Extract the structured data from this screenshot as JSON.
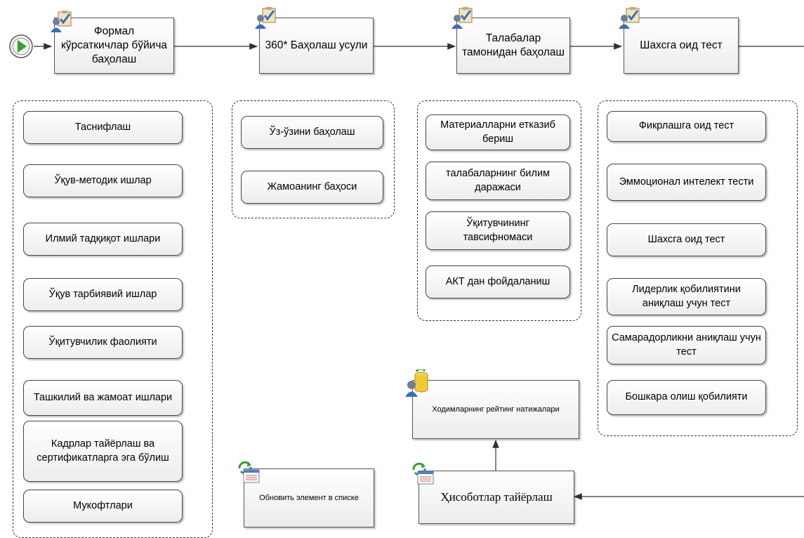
{
  "stages": [
    {
      "label": "Формал кўрсаткичлар бўйича баҳолаш"
    },
    {
      "label": "360* Баҳолаш усули"
    },
    {
      "label": "Талабалар тамонидан баҳолаш"
    },
    {
      "label": "Шахсга оид тест"
    }
  ],
  "group1": [
    "Таснифлаш",
    "Ўқув-методик ишлар",
    "Илмий тадқиқот ишлари",
    "Ўқув тарбиявий ишлар",
    "Ўқитувчилик фаолияти",
    "Ташкилий ва жамоат ишлари",
    "Кадрлар тайёрлаш ва сертификатларга эга бўлиш",
    "Мукофтлари"
  ],
  "group2": [
    "Ўз-ўзини баҳолаш",
    "Жамоанинг баҳоси"
  ],
  "group3": [
    "Материалларни етказиб бериш",
    "талабаларнинг билим даражаси",
    "Ўқитувчининг тавсифномаси",
    "АКТ дан фойдаланиш"
  ],
  "group4": [
    "Фикрлашга оид  тест",
    "Эммоционал интелект тести",
    "Шахсга оид тест",
    "Лидерлик қобилиятини аниқлаш учун тест",
    "Самарадорликни аниқлаш учун тест",
    "Бошкара олиш қобилияти"
  ],
  "bottom": {
    "update_item": "Обновить элемент в списке",
    "rating_results": "Ходимларнинг рейтинг натижалари",
    "prepare_reports": "Ҳисоботлар тайёрлаш"
  },
  "icons": {
    "task_icon": "user-task-icon",
    "list_icon": "list-update-icon",
    "db_icon": "database-user-icon",
    "start_icon": "start-event-icon"
  },
  "colors": {
    "start_green": "#3a9d3a",
    "icon_blue": "#3b6fb6",
    "clipboard_tan": "#c9a86a"
  }
}
